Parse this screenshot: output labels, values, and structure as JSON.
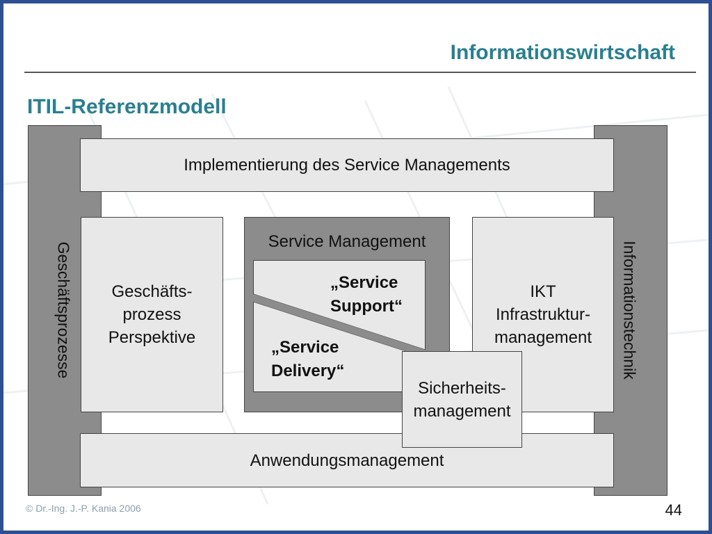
{
  "header": {
    "title": "Informationswirtschaft",
    "subtitle": "ITIL-Referenzmodell"
  },
  "diagram": {
    "left_pillar": "Geschäftsprozesse",
    "right_pillar": "Informationstechnik",
    "top_bar": "Implementierung des Service Managements",
    "bottom_bar": "Anwendungsmanagement",
    "left_box": "Geschäfts-\nprozess\nPerspektive",
    "center": {
      "title": "Service Management",
      "support": "„Service\nSupport“",
      "delivery": "„Service\nDelivery“"
    },
    "right_box": "IKT\nInfrastruktur-\nmanagement",
    "security_box": "Sicherheits-\nmanagement"
  },
  "footer": {
    "copyright": "©  Dr.-Ing. J.-P. Kania 2006",
    "page_number": "44"
  },
  "colors": {
    "frame": "#2e4f93",
    "title": "#2a7f8f",
    "dark_gray": "#8c8c8c",
    "light_gray": "#e8e8e8"
  }
}
